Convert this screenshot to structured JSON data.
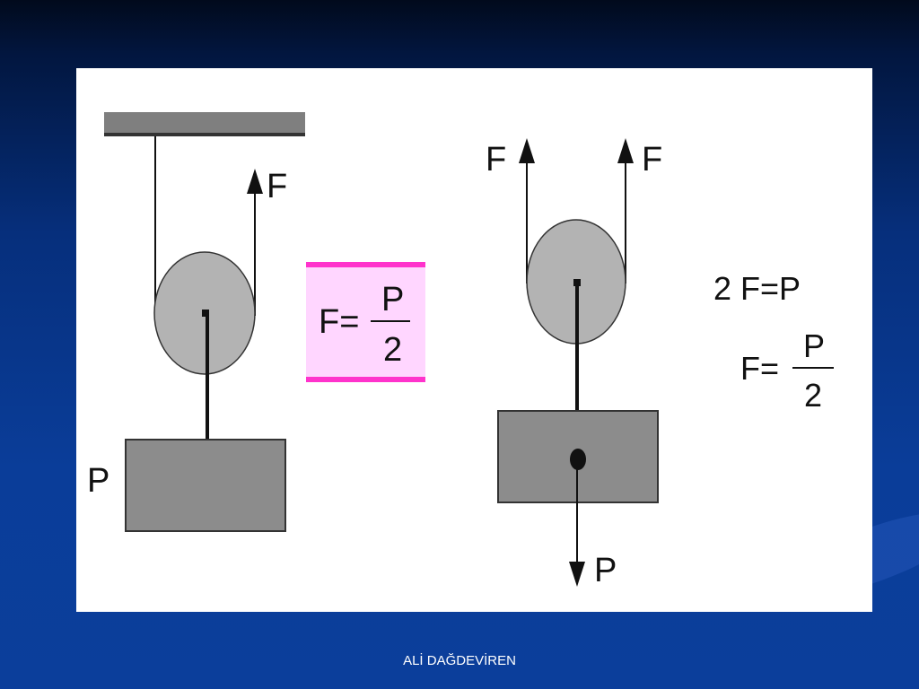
{
  "diagram": {
    "left_pulley": {
      "force_label": "F",
      "load_label": "P",
      "formula": {
        "lhs": "F=",
        "numerator": "P",
        "denominator": "2"
      }
    },
    "right_pulley": {
      "force_label_left": "F",
      "force_label_right": "F",
      "load_label": "P",
      "equation": "2 F=P",
      "formula": {
        "lhs": "F=",
        "numerator": "P",
        "denominator": "2"
      }
    }
  },
  "colors": {
    "pulley_fill": "#b3b3b3",
    "block_fill": "#8c8c8c",
    "ceiling_fill": "#7f7f7f",
    "formula_box_fill": "#ffd6ff",
    "formula_box_border": "#ff33cc"
  },
  "footer": {
    "author": "ALİ DAĞDEVİREN"
  }
}
